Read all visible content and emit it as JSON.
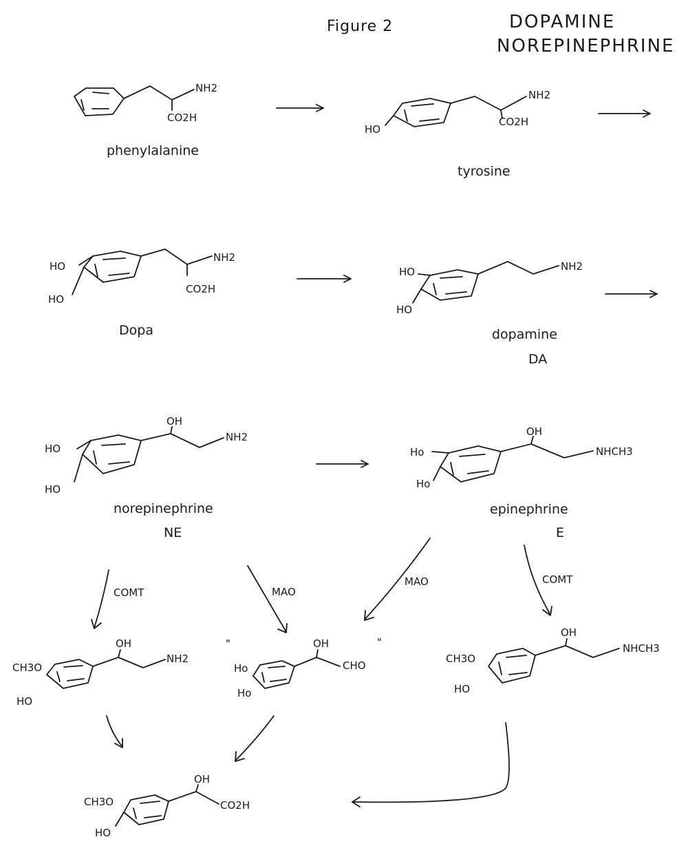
{
  "header": {
    "figure_label": "Figure 2",
    "title_line1": "DOPAMINE",
    "title_line2": "NOREPINEPHRINE"
  },
  "molecules": {
    "phenylalanine": {
      "name": "phenylalanine",
      "nh2": "NH2",
      "co2h": "CO2H"
    },
    "tyrosine": {
      "name": "tyrosine",
      "ho": "HO",
      "nh2": "NH2",
      "co2h": "CO2H"
    },
    "dopa": {
      "name": "Dopa",
      "ho1": "HO",
      "ho2": "HO",
      "nh2": "NH2",
      "co2h": "CO2H"
    },
    "dopamine": {
      "name": "dopamine",
      "abbr": "DA",
      "ho1": "HO",
      "ho2": "HO",
      "nh2": "NH2"
    },
    "norepinephrine": {
      "name": "norepinephrine",
      "abbr": "NE",
      "ho1": "HO",
      "ho2": "HO",
      "oh": "OH",
      "nh2": "NH2"
    },
    "epinephrine": {
      "name": "epinephrine",
      "abbr": "E",
      "ho1": "Ho",
      "ho2": "Ho",
      "oh": "OH",
      "nhch3": "NHCH3"
    },
    "normetanephrine": {
      "ch3o": "CH3O",
      "ho": "HO",
      "oh": "OH",
      "nh2": "NH2"
    },
    "aldehyde": {
      "ho1": "Ho",
      "ho2": "Ho",
      "oh": "OH",
      "cho": "CHO",
      "quote_left": "\"",
      "quote_right": "\""
    },
    "metanephrine": {
      "ch3o": "CH3O",
      "ho": "HO",
      "oh": "OH",
      "nhch3": "NHCH3"
    },
    "vma": {
      "ch3o": "CH3O",
      "ho": "HO",
      "oh": "OH",
      "co2h": "CO2H"
    }
  },
  "enzymes": {
    "comt_left": "COMT",
    "mao_left": "MAO",
    "mao_right": "MAO",
    "comt_right": "COMT"
  }
}
